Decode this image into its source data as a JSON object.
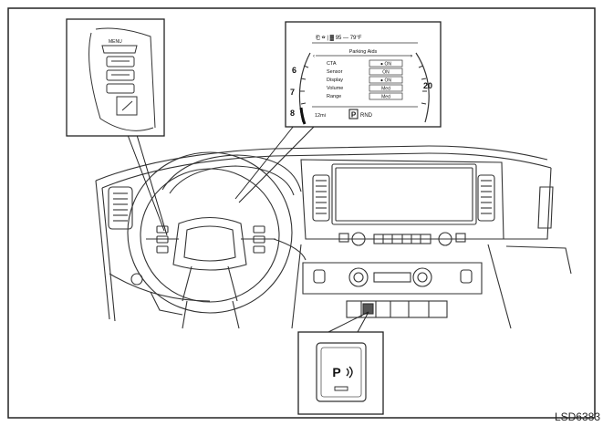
{
  "diagram_code": "LSD6383",
  "cluster": {
    "top_status": "⎗ ☎ | ▓ 95 — 79°F",
    "header": "Parking Aids",
    "rows": [
      {
        "label": "CTA",
        "value": "● ON"
      },
      {
        "label": "Sensor",
        "value": "ON"
      },
      {
        "label": "Display",
        "value": "● ON"
      },
      {
        "label": "Volume",
        "value": "Med"
      },
      {
        "label": "Range",
        "value": "Med"
      }
    ],
    "gauge_left": [
      "6",
      "7",
      "8"
    ],
    "gauge_right": "20",
    "odometer": "12mi",
    "gear_selected": "P",
    "gears_other": "RND"
  },
  "switch": {
    "label": "P"
  },
  "steering_switch_label": "MENU"
}
